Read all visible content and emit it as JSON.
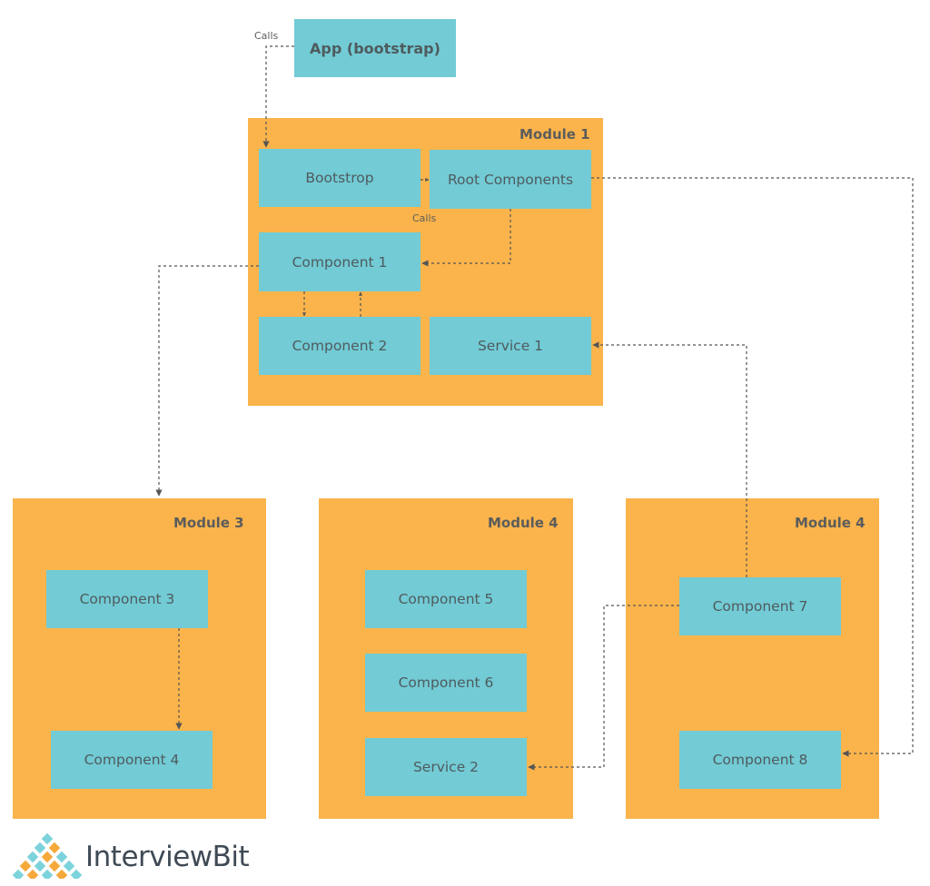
{
  "diagram": {
    "app_node": "App (bootstrap)",
    "calls_label_top": "Calls",
    "calls_label_mid": "Calls",
    "module1": {
      "title": "Module 1",
      "bootstrap": "Bootstrop",
      "root_components": "Root Components",
      "component1": "Component 1",
      "component2": "Component 2",
      "service1": "Service 1"
    },
    "module3": {
      "title": "Module 3",
      "component3": "Component 3",
      "component4": "Component 4"
    },
    "module4a": {
      "title": "Module 4",
      "component5": "Component 5",
      "component6": "Component 6",
      "service2": "Service 2"
    },
    "module4b": {
      "title": "Module 4",
      "component7": "Component 7",
      "component8": "Component 8"
    }
  },
  "logo": {
    "text": "InterviewBit",
    "colors": {
      "teal": "#7dd3dc",
      "orange": "#f6a93b",
      "navy": "#3f4a55"
    }
  },
  "colors": {
    "module_fill": "#fab44b",
    "node_fill": "#72cbd5",
    "connector": "#555555"
  }
}
